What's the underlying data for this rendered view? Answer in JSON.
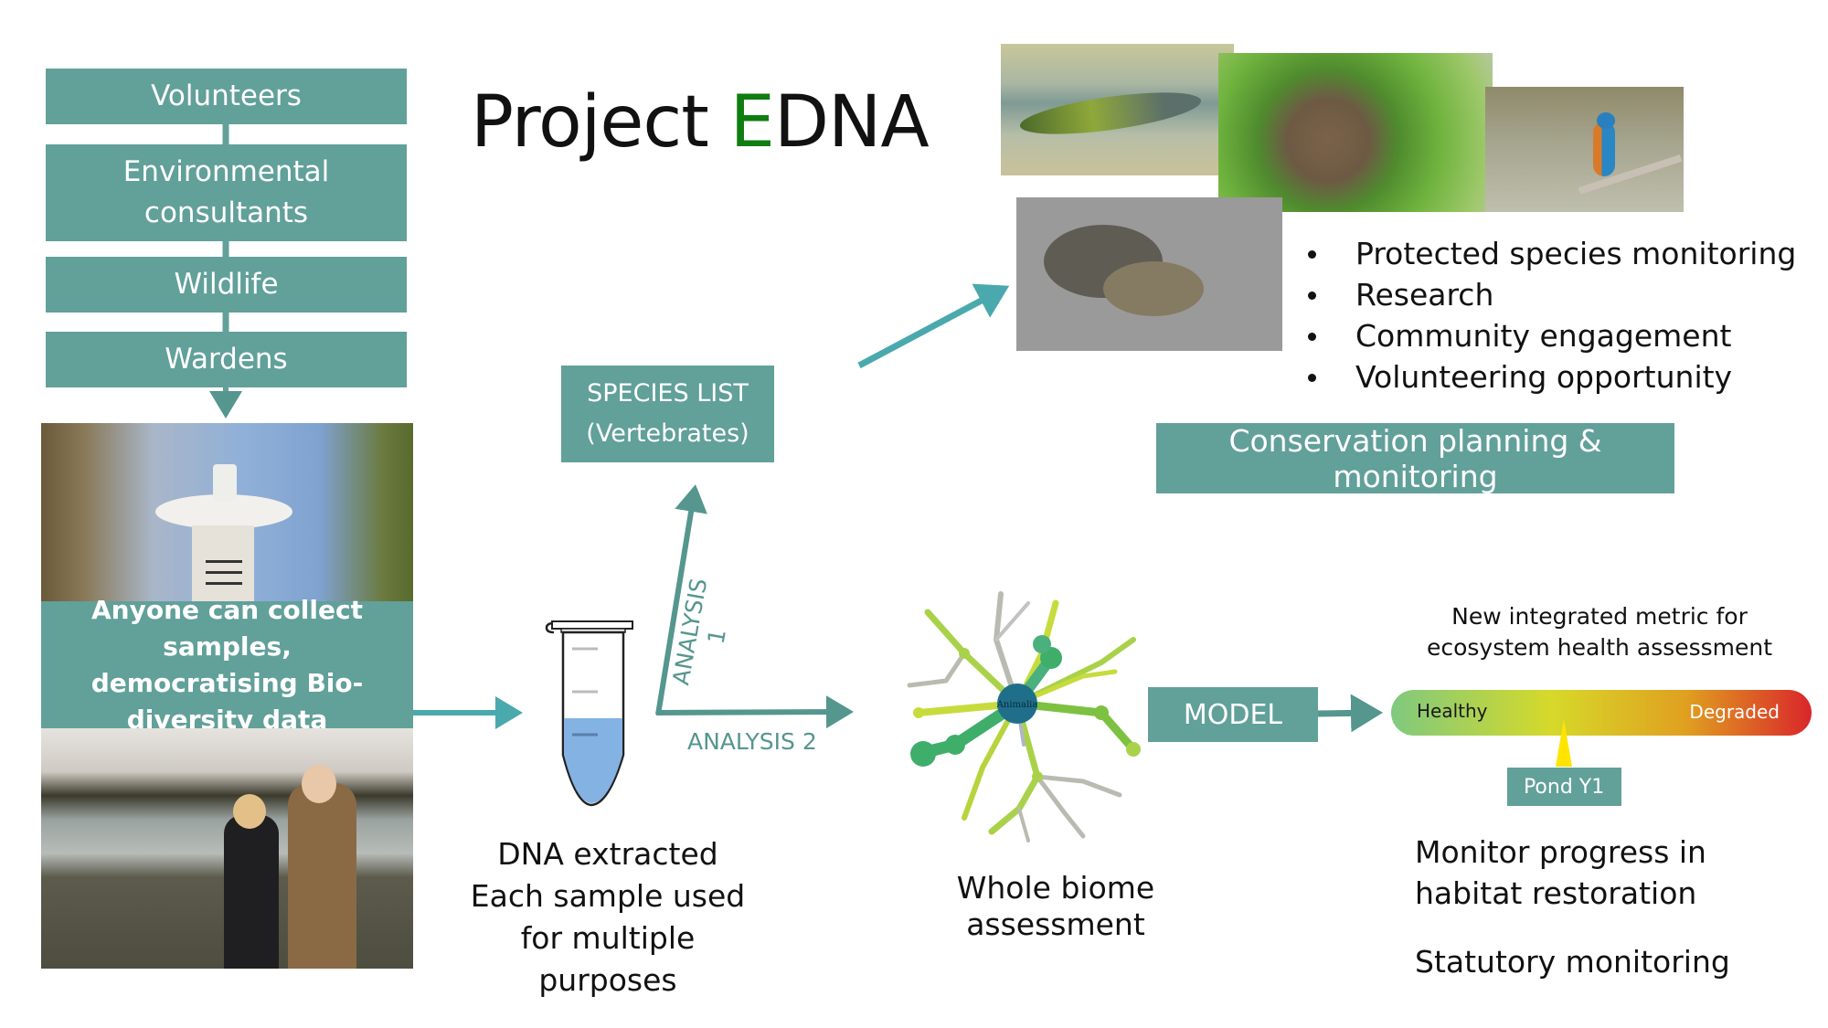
{
  "title": {
    "prefix": "Project ",
    "highlight": "E",
    "suffix": "DNA",
    "highlight_color": "#0f7d0f"
  },
  "colors": {
    "teal_box": "#62a09a",
    "arrow_blue": "#4aa9ad",
    "arrow_teal": "#55968f"
  },
  "stakeholders": [
    {
      "label": "Volunteers"
    },
    {
      "label": "Environmental consultants"
    },
    {
      "label": "Wildlife"
    },
    {
      "label": "Wardens"
    }
  ],
  "collection": {
    "photo_top": "syringe-filter-photo",
    "banner": "Anyone can collect samples, democratising Bio-diversity data",
    "photo_bottom": "children-at-pond-photo"
  },
  "dna": {
    "icon": "sample-tube-icon",
    "caption": "DNA extracted Each sample used for multiple purposes"
  },
  "analysis": {
    "analysis_1": "ANALYSIS 1",
    "analysis_2": "ANALYSIS 2"
  },
  "species_list": {
    "line1": "SPECIES LIST",
    "line2": "(Vertebrates)"
  },
  "species_photos": [
    "stickleback-photo",
    "water-vole-photo",
    "kingfisher-photo",
    "toads-photo"
  ],
  "uses": [
    "Protected species monitoring",
    "Research",
    "Community engagement",
    "Volunteering opportunity"
  ],
  "conservation_label": "Conservation planning & monitoring",
  "biome": {
    "graph": "taxonomy-network-graph",
    "center_label": "Animalia",
    "caption": "Whole biome assessment"
  },
  "model_label": "MODEL",
  "metric": {
    "heading": "New integrated metric for ecosystem health assessment",
    "left_label": "Healthy",
    "right_label": "Degraded",
    "marker_label": "Pond Y1",
    "marker_position_fraction": 0.41,
    "gradient": [
      "#7fc97f",
      "#d6d92a",
      "#e0a020",
      "#d9262a"
    ]
  },
  "outcomes": {
    "restoration": "Monitor progress in habitat restoration",
    "statutory": "Statutory monitoring"
  }
}
